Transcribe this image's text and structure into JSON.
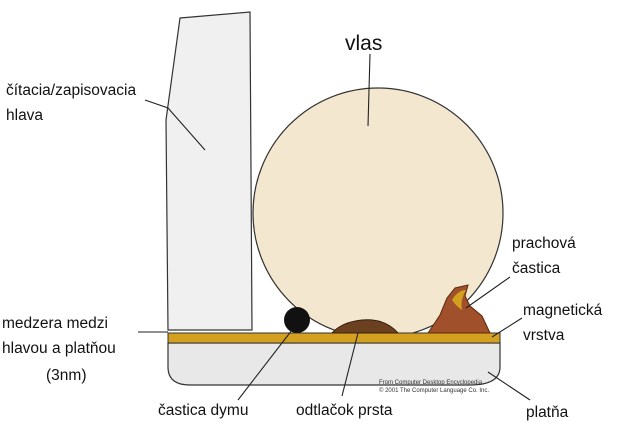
{
  "labels": {
    "hair": "vlas",
    "head_line1": "čítacia/zapisovacia",
    "head_line2": "hlava",
    "dust_line1": "prachová",
    "dust_line2": "častica",
    "magnetic_line1": "magnetická",
    "magnetic_line2": "vrstva",
    "gap_line1": "medzera medzi",
    "gap_line2": "hlavou a platňou",
    "gap_line3": "(3nm)",
    "smoke": "častica dymu",
    "fingerprint": "odtlačok prsta",
    "platter": "platňa"
  },
  "credit": {
    "line1": "From Computer Desktop Encyclopedia",
    "line2": "© 2001 The Computer Language Co. Inc."
  },
  "colors": {
    "hair": "#f3e7cf",
    "platter": "#e8e8e8",
    "magnetic_layer": "#d4a020",
    "dust": "#a0502a",
    "fingerprint": "#6b4020",
    "smoke": "#111111"
  }
}
